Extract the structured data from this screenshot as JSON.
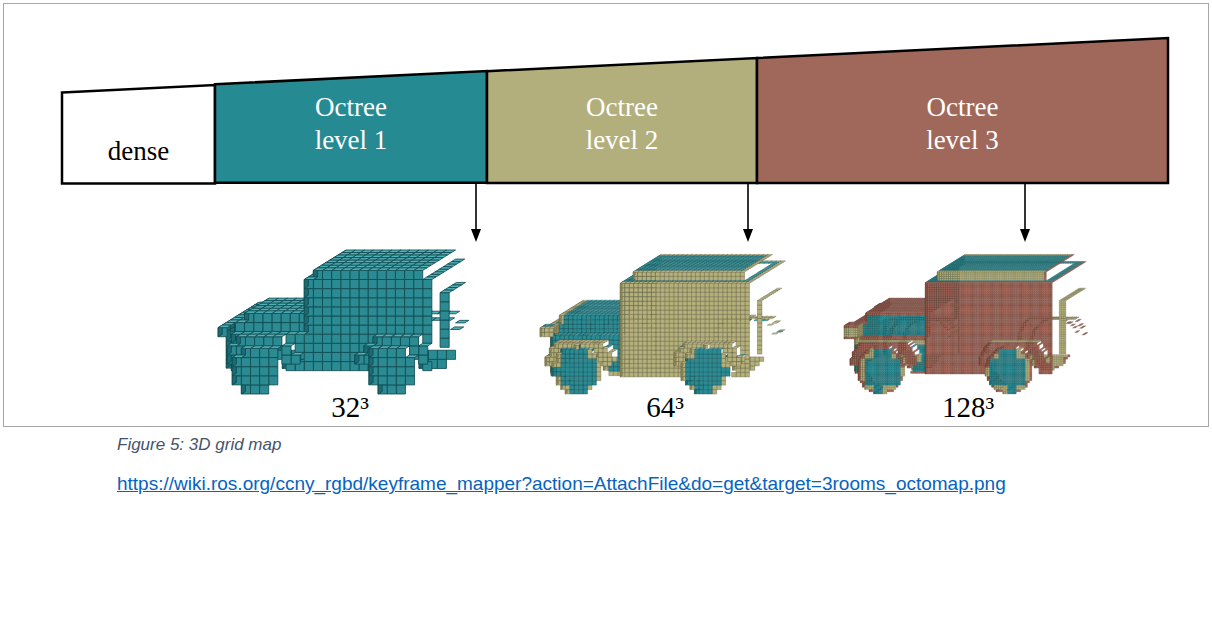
{
  "diagram": {
    "caption": "Figure 5: 3D grid map",
    "nodes": [
      {
        "text": [
          "dense"
        ]
      },
      {
        "text": [
          "Octree level 1"
        ]
      },
      {
        "text": [
          "Octree level 2"
        ]
      },
      {
        "text": [
          "Octree level 3"
        ]
      }
    ],
    "labels": [
      "32³",
      "64³",
      "128³",
      "https://wiki.ros.org/ccny_rgbd/keyframe_mapper?action=AttachFile&do=get&target=3rooms_octomap.png"
    ]
  }
}
